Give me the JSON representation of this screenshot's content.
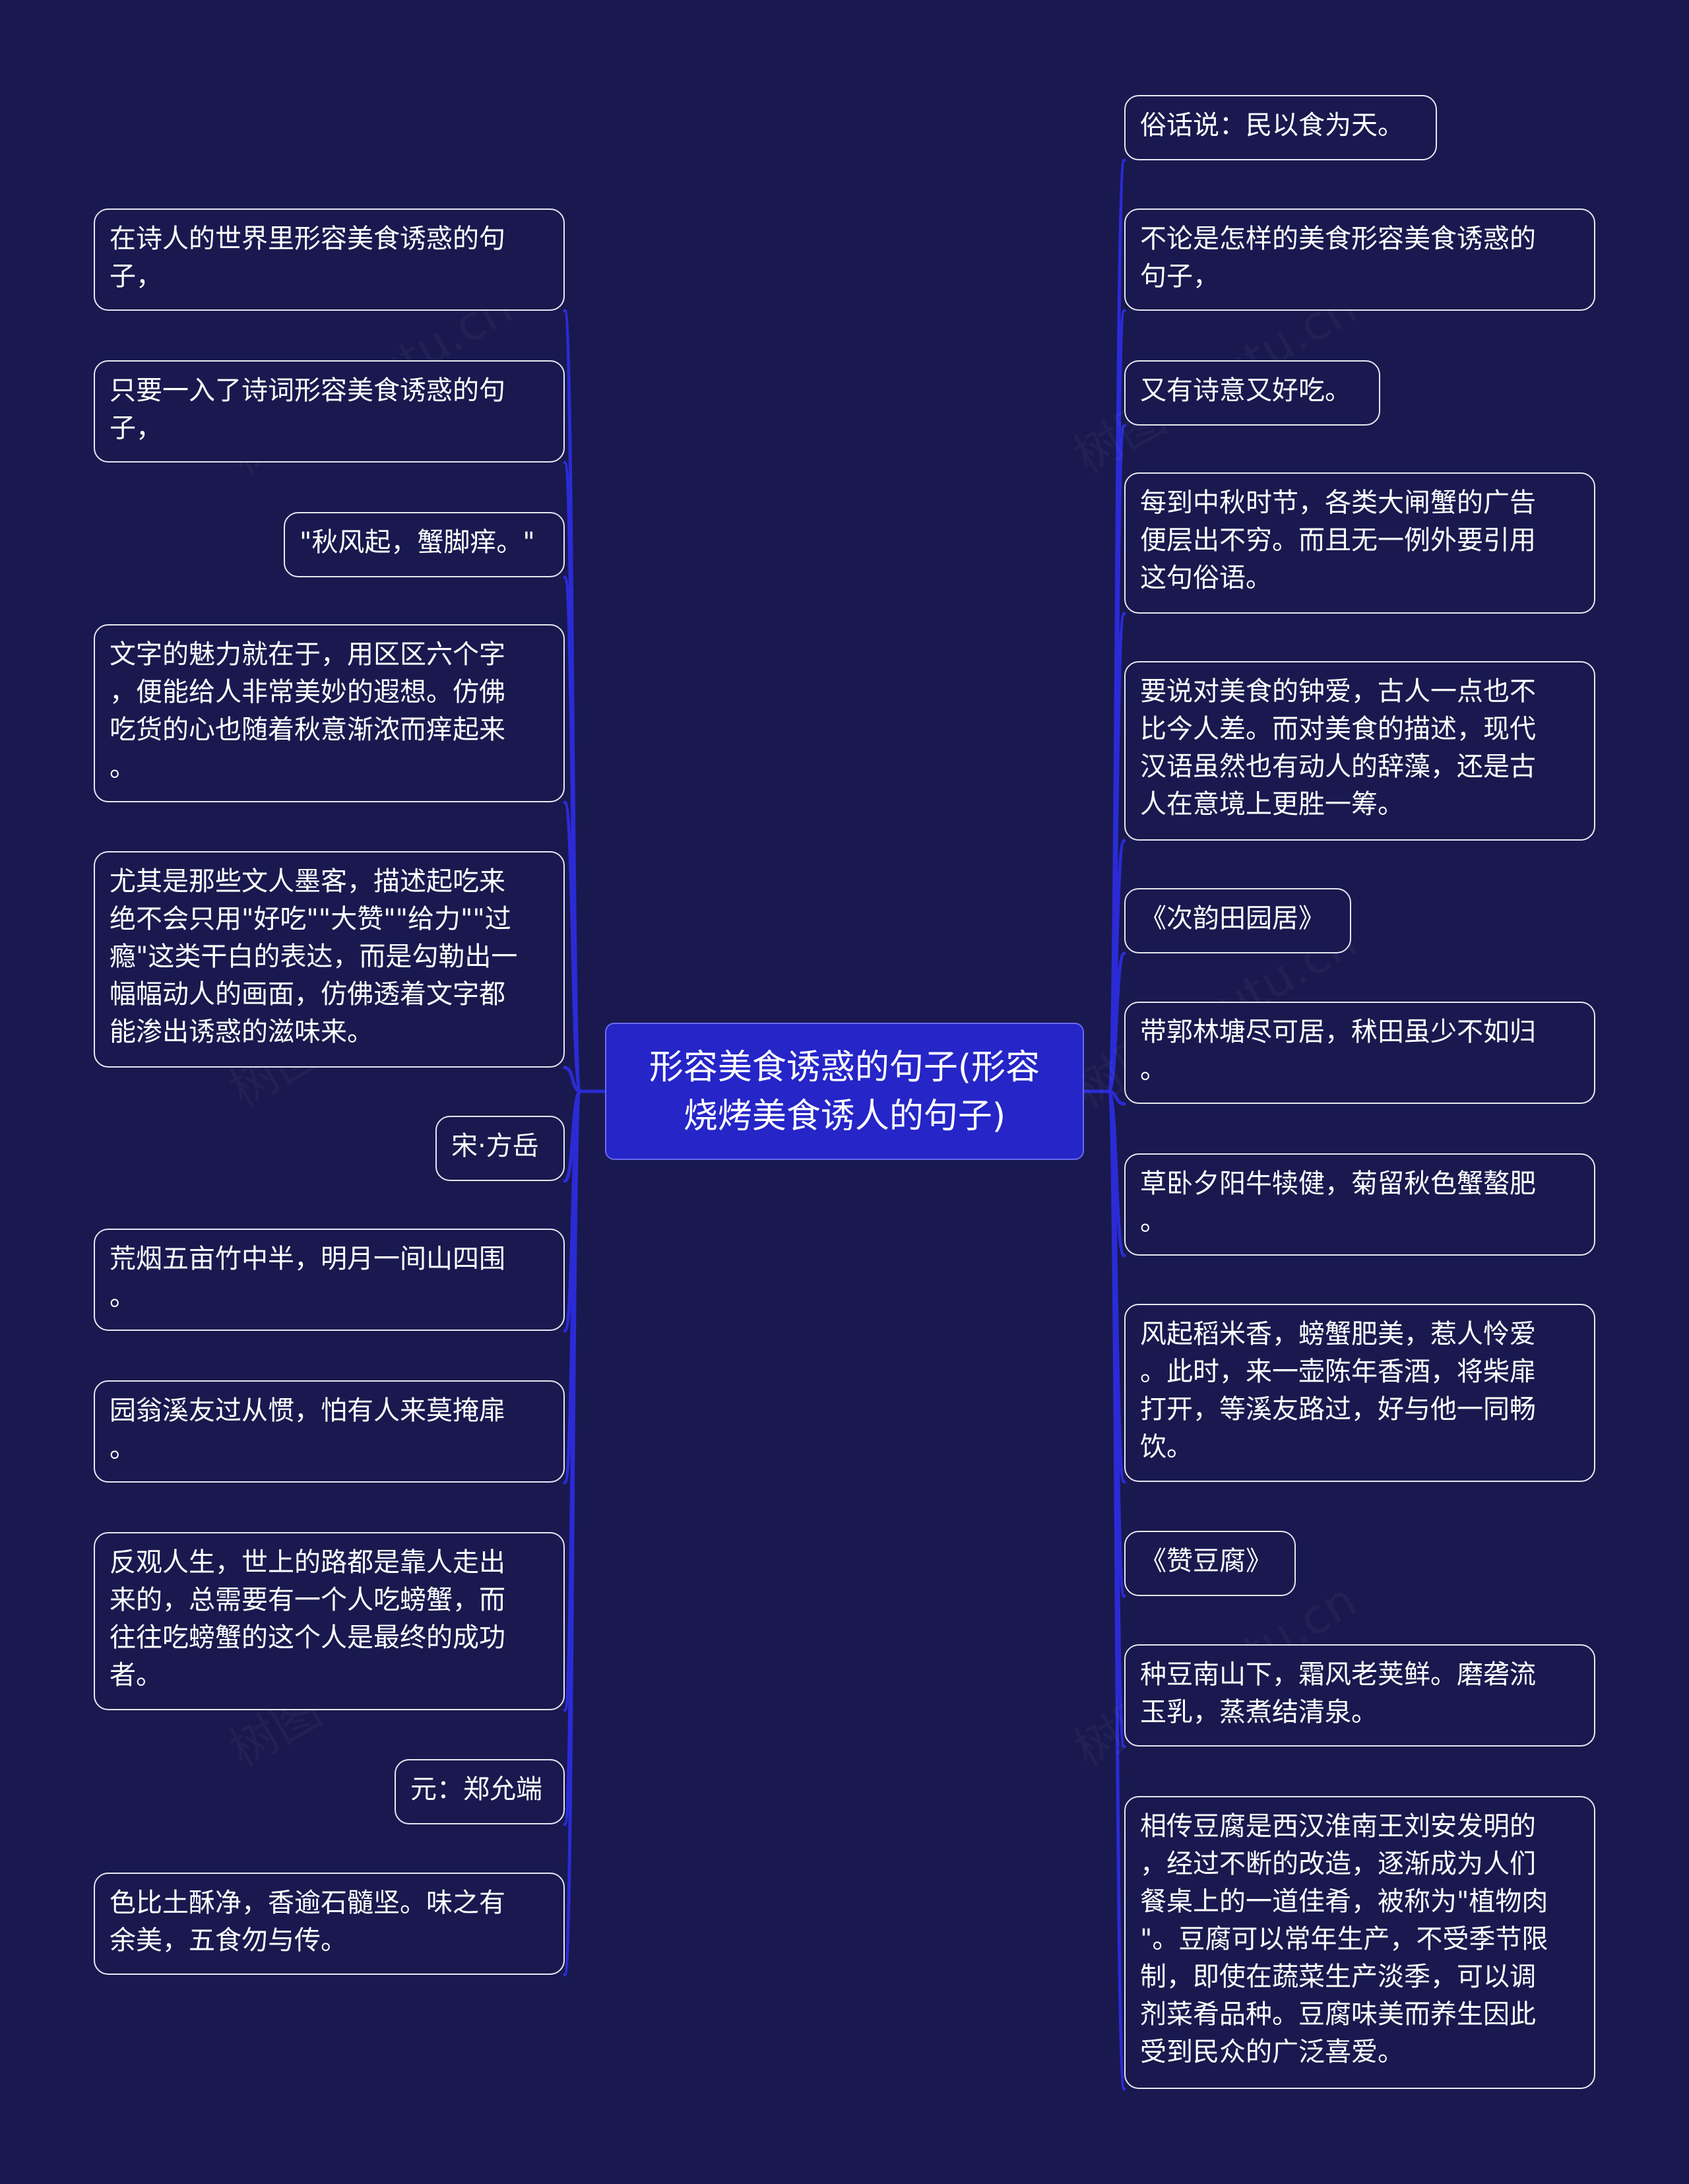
{
  "colors": {
    "background": "#19194f",
    "center_fill": "#2525c8",
    "connector": "#2b2bd6",
    "node_border": "#e6e6f2",
    "text": "#ffffff"
  },
  "watermark": "树图 shutu.cn",
  "center": {
    "label": "形容美食诱惑的句子(形容\n烧烤美食诱人的句子)"
  },
  "left_nodes": [
    {
      "label": "在诗人的世界里形容美食诱惑的句\n子，"
    },
    {
      "label": "只要一入了诗词形容美食诱惑的句\n子，"
    },
    {
      "label": "\"秋风起，蟹脚痒。\""
    },
    {
      "label": "文字的魅力就在于，用区区六个字\n，便能给人非常美妙的遐想。仿佛\n吃货的心也随着秋意渐浓而痒起来\n。"
    },
    {
      "label": "尤其是那些文人墨客，描述起吃来\n绝不会只用\"好吃\"\"大赞\"\"给力\"\"过\n瘾\"这类干白的表达，而是勾勒出一\n幅幅动人的画面，仿佛透着文字都\n能渗出诱惑的滋味来。"
    },
    {
      "label": "宋·方岳"
    },
    {
      "label": "荒烟五亩竹中半，明月一间山四围\n。"
    },
    {
      "label": "园翁溪友过从惯，怕有人来莫掩扉\n。"
    },
    {
      "label": "反观人生，世上的路都是靠人走出\n来的，总需要有一个人吃螃蟹，而\n往往吃螃蟹的这个人是最终的成功\n者。"
    },
    {
      "label": "元：郑允端"
    },
    {
      "label": "色比土酥净，香逾石髓坚。味之有\n余美，五食勿与传。"
    }
  ],
  "right_nodes": [
    {
      "label": "俗话说：民以食为天。"
    },
    {
      "label": "不论是怎样的美食形容美食诱惑的\n句子，"
    },
    {
      "label": "又有诗意又好吃。"
    },
    {
      "label": "每到中秋时节，各类大闸蟹的广告\n便层出不穷。而且无一例外要引用\n这句俗语。"
    },
    {
      "label": "要说对美食的钟爱，古人一点也不\n比今人差。而对美食的描述，现代\n汉语虽然也有动人的辞藻，还是古\n人在意境上更胜一筹。"
    },
    {
      "label": "《次韵田园居》"
    },
    {
      "label": "带郭林塘尽可居，秫田虽少不如归\n。"
    },
    {
      "label": "草卧夕阳牛犊健，菊留秋色蟹螯肥\n。"
    },
    {
      "label": "风起稻米香，螃蟹肥美，惹人怜爱\n。此时，来一壶陈年香酒，将柴扉\n打开，等溪友路过，好与他一同畅\n饮。"
    },
    {
      "label": "《赞豆腐》"
    },
    {
      "label": "种豆南山下，霜风老荚鲜。磨砻流\n玉乳，蒸煮结清泉。"
    },
    {
      "label": "相传豆腐是西汉淮南王刘安发明的\n，经过不断的改造，逐渐成为人们\n餐桌上的一道佳肴，被称为\"植物肉\n\"。豆腐可以常年生产，不受季节限\n制，即使在蔬菜生产淡季，可以调\n剂菜肴品种。豆腐味美而养生因此\n受到民众的广泛喜爱。"
    }
  ]
}
